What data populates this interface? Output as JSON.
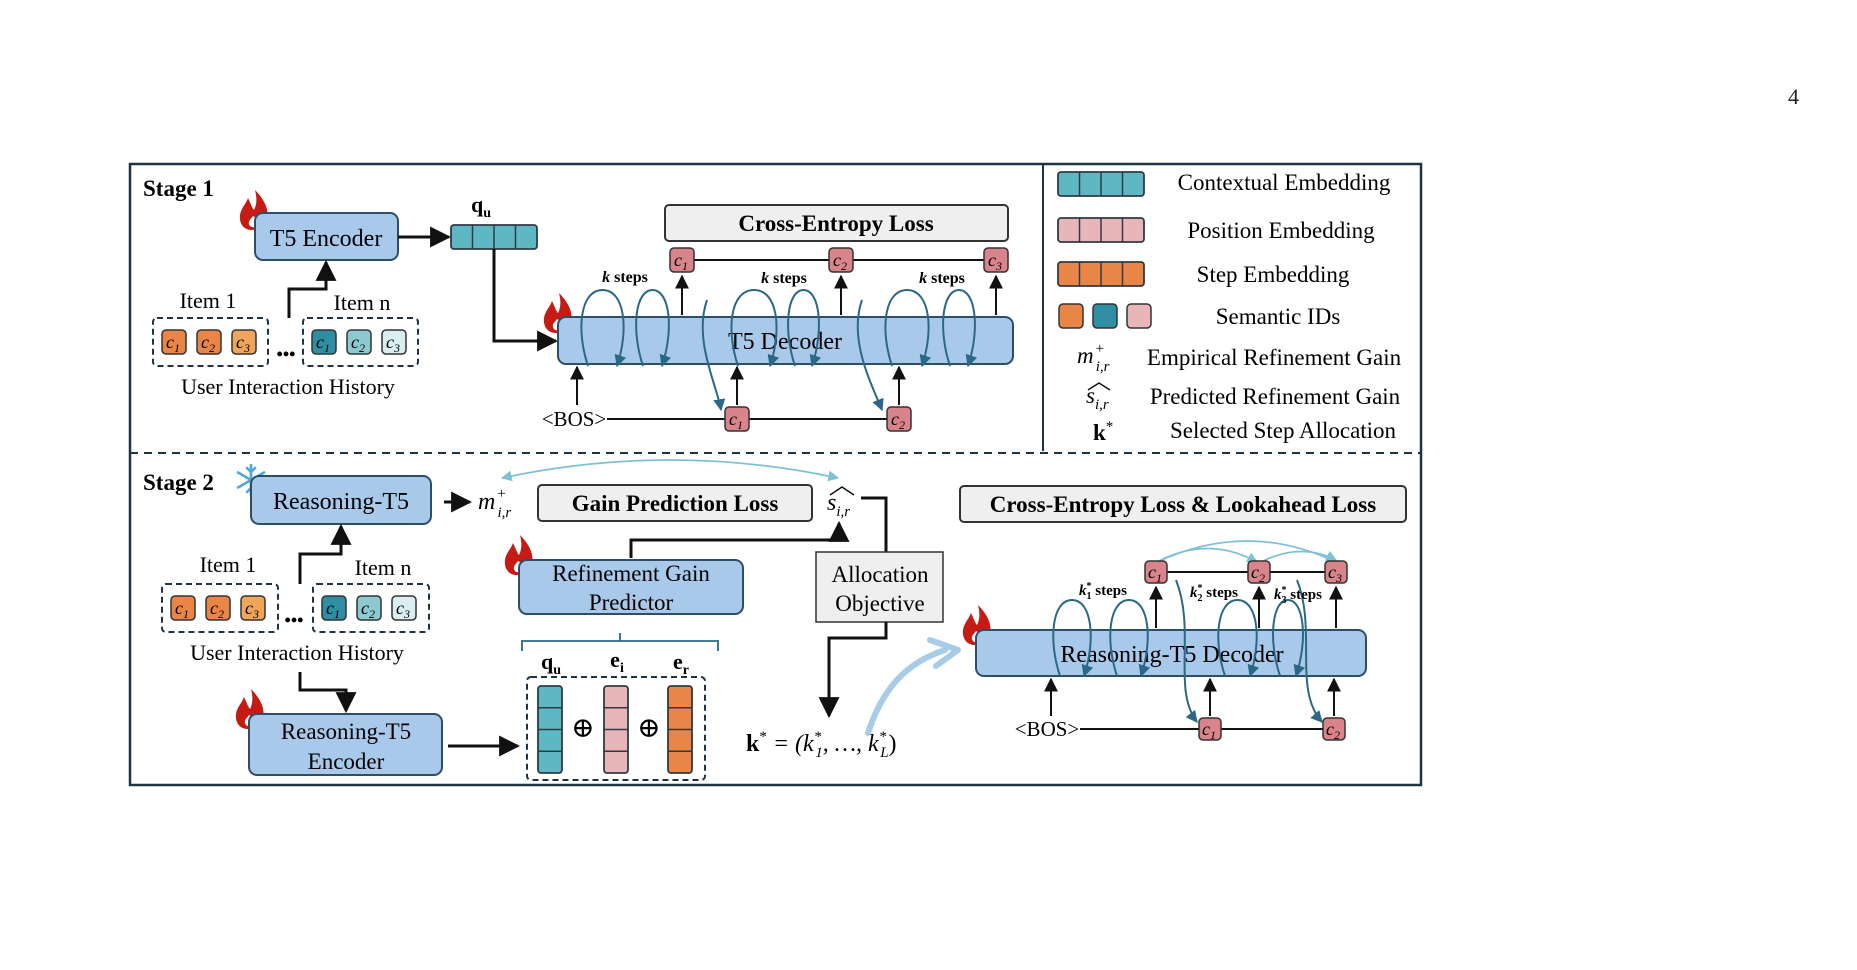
{
  "page_number": "4",
  "colors": {
    "frame": "#1f3442",
    "block_fill": "#a9c9ea",
    "block_stroke": "#2e4e68",
    "loss_fill": "#efefef",
    "contextual": "#5db8c4",
    "position": "#e8b5b9",
    "step": "#e98547",
    "id_teal": "#2f8ea3",
    "id_light": "#d8eef1",
    "id_pink": "#d9848a",
    "arrow_loop": "#2a6886",
    "fire": "#c61a14",
    "snow": "#4aa8dc",
    "light_arrow": "#7ec1d6"
  },
  "icons": [
    "fire-icon",
    "snowflake-icon"
  ],
  "stage1": {
    "title": "Stage 1",
    "encoder_label": "T5 Encoder",
    "qu_label": "q",
    "qu_sub": "u",
    "item1_label": "Item 1",
    "itemn_label": "Item n",
    "ellipsis": "•••",
    "history_label": "User Interaction History",
    "code_symbol": "c",
    "code_subs": [
      "1",
      "2",
      "3"
    ],
    "loss_label": "Cross-Entropy Loss",
    "decoder_label": "T5 Decoder",
    "bos_label": "<BOS>",
    "k_steps": "k steps",
    "k_symbol": "k",
    "steps_word": "steps"
  },
  "legend": [
    {
      "label": "Contextual Embedding"
    },
    {
      "label": "Position Embedding"
    },
    {
      "label": "Step Embedding"
    },
    {
      "label": "Semantic IDs"
    },
    {
      "symbol": "m",
      "sup": "+",
      "sub": "i,r",
      "label": "Empirical Refinement Gain"
    },
    {
      "symbol": "s",
      "sup": "",
      "sub": "i,r",
      "label": "Predicted Refinement Gain"
    },
    {
      "symbol": "k",
      "sup": "*",
      "sub": "",
      "label": "Selected Step Allocation"
    }
  ],
  "stage2": {
    "title": "Stage 2",
    "reasoning_t5_label": "Reasoning-T5",
    "gain_loss_label": "Gain Prediction Loss",
    "m_symbol": "m",
    "m_sup": "+",
    "m_sub": "i,r",
    "s_symbol": "s",
    "s_sub": "i,r",
    "predictor_line1": "Refinement Gain",
    "predictor_line2": "Predictor",
    "allocation_line1": "Allocation",
    "allocation_line2": "Objective",
    "item1_label": "Item 1",
    "itemn_label": "Item n",
    "history_label": "User Interaction History",
    "encoder_line1": "Reasoning-T5",
    "encoder_line2": "Encoder",
    "vec_labels": [
      {
        "main": "q",
        "sub": "u"
      },
      {
        "main": "e",
        "sub": "i"
      },
      {
        "main": "e",
        "sub": "r"
      }
    ],
    "oplus": "⊕",
    "kstar_bold": "k",
    "kstar_formula_tail": " = (k",
    "kstar_mid": ", …, k",
    "kstar_last_sub": "L",
    "kstar_end": ")",
    "star": "*",
    "loss_label": "Cross-Entropy Loss & Lookahead Loss",
    "decoder_label": "Reasoning-T5 Decoder",
    "bos_label": "<BOS>",
    "k_step_subs": [
      "1",
      "2",
      "3"
    ]
  }
}
